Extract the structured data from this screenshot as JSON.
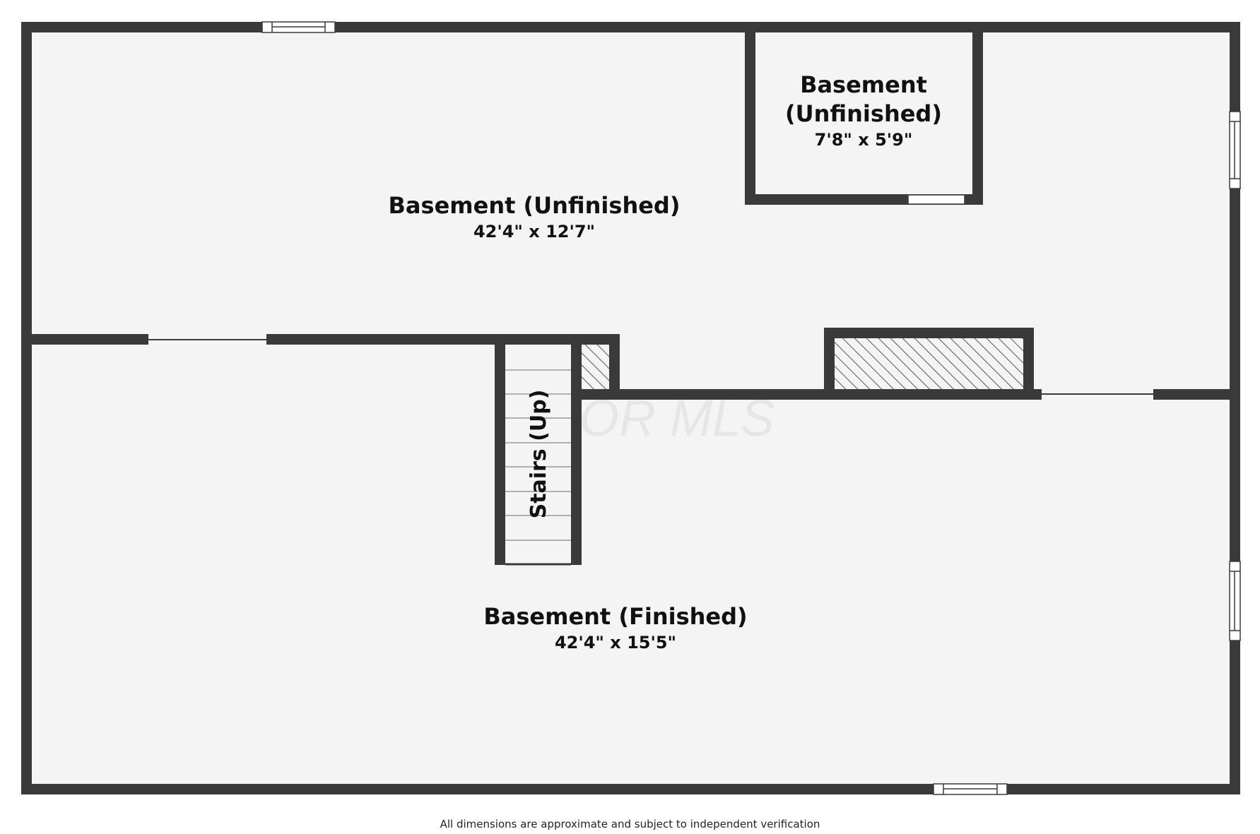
{
  "rooms": {
    "upper": {
      "name": "Basement (Unfinished)",
      "dimensions": "42'4\" x 12'7\""
    },
    "small": {
      "name_line1": "Basement",
      "name_line2": "(Unfinished)",
      "dimensions": "7'8\" x 5'9\""
    },
    "lower": {
      "name": "Basement (Finished)",
      "dimensions": "42'4\" x 15'5\""
    }
  },
  "stairs": {
    "label": "Stairs (Up)"
  },
  "watermark": "CBOR MLS",
  "disclaimer": "All dimensions are approximate and subject to independent verification",
  "colors": {
    "wall": "#3a3a3a",
    "floor": "#f4f4f4",
    "window": "#ffffff"
  }
}
